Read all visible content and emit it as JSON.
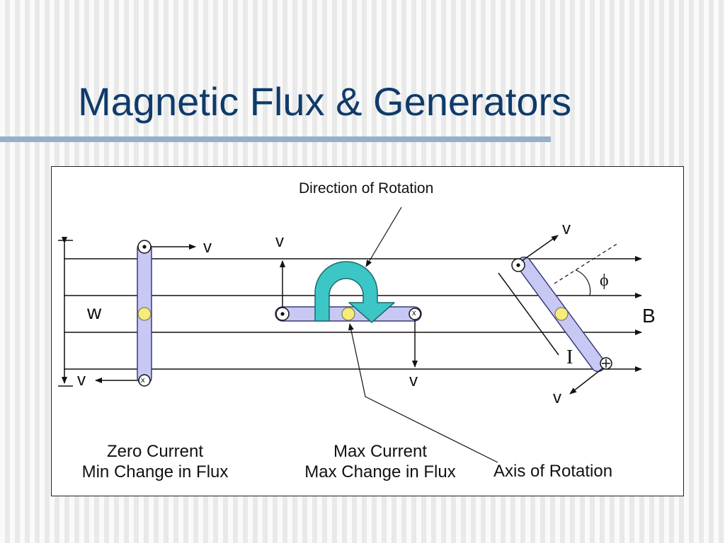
{
  "title": "Magnetic Flux & Generators",
  "labels": {
    "direction_of_rotation": "Direction of Rotation",
    "axis_of_rotation": "Axis of Rotation",
    "velocity": "v",
    "width": "w",
    "field": "B",
    "current": "I",
    "angle": "ϕ",
    "dot_out": "•",
    "x_in": "x",
    "plus": "+"
  },
  "captions": {
    "left_line1": "Zero Current",
    "left_line2": "Min Change in Flux",
    "mid_line1": "Max Current",
    "mid_line2": "Max Change in Flux"
  },
  "colors": {
    "title": "#0e3b6b",
    "rule": "#96b0cc",
    "bar_fill": "#c8c8f4",
    "bar_stroke": "#3a3a7a",
    "axis_dot": "#f5ec79",
    "rotation_arrow": "#3cc6c6",
    "line": "#111111"
  }
}
